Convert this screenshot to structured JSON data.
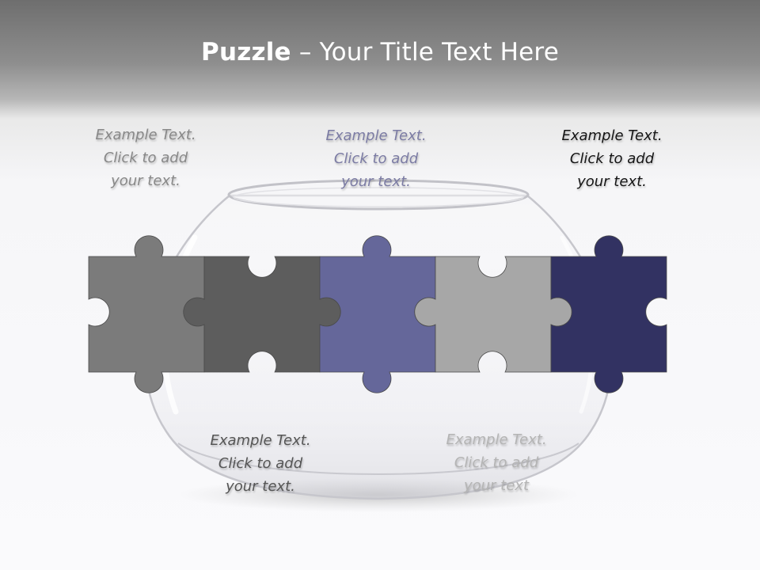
{
  "slide": {
    "title_bold": "Puzzle",
    "title_rest": " – Your Title Text Here"
  },
  "captions": [
    {
      "line1": "Example Text.",
      "line2": "Click  to add",
      "line3": "your text."
    },
    {
      "line1": "Example Text.",
      "line2": "Click  to add",
      "line3": "your text."
    },
    {
      "line1": "Example Text.",
      "line2": "Click  to add",
      "line3": "your text."
    },
    {
      "line1": "Example Text.",
      "line2": "Click  to add",
      "line3": "your text."
    },
    {
      "line1": "Example Text.",
      "line2": "Click  to add",
      "line3": "your text"
    }
  ],
  "colors": {
    "piece_1": "#7b7b7b",
    "piece_2": "#5d5d5d",
    "piece_3": "#65679a",
    "piece_4": "#a7a7a7",
    "piece_5": "#323262"
  }
}
